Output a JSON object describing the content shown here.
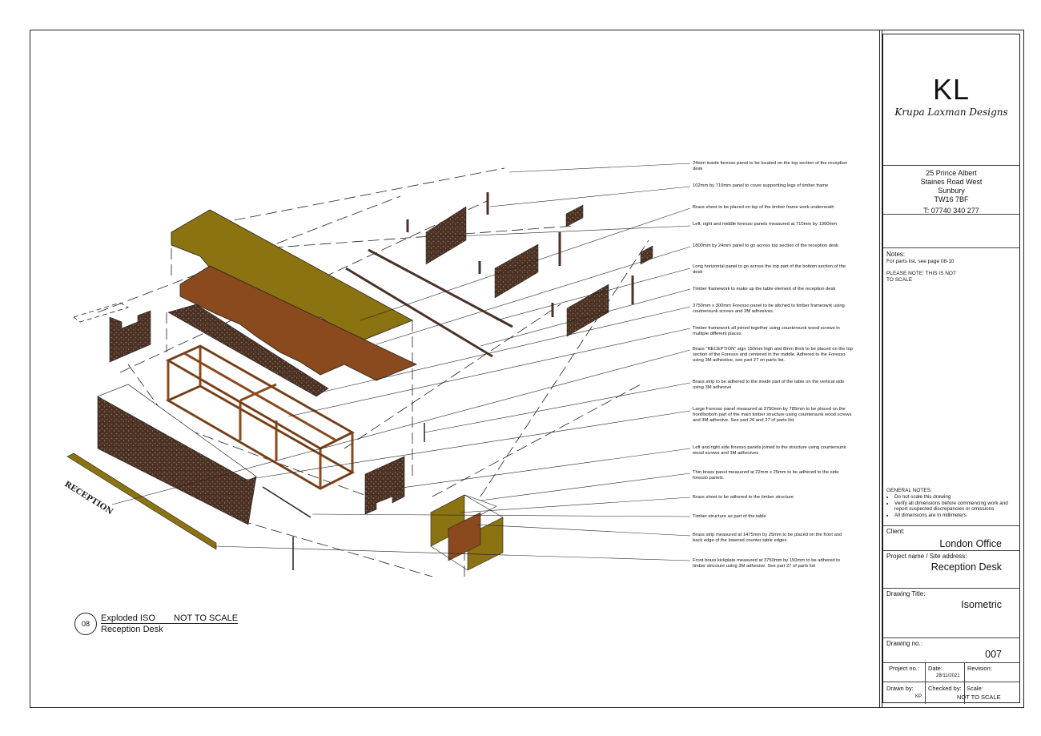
{
  "title_block": {
    "logo_initials": "KL",
    "logo_name": "Krupa Laxman Designs",
    "address": [
      "25 Prince Albert",
      "Staines Road West",
      "Sunbury",
      "TW16 7BF",
      "T: 07740 340 277"
    ],
    "notes_label": "Notes:",
    "notes_line1": "For parts list, see page 08-10",
    "notes_line2": "PLEASE NOTE: THIS IS NOT",
    "notes_line3": "TO SCALE",
    "general_notes_label": "GENERAL NOTES:",
    "general_notes": [
      "Do not scale this drawing",
      "Verify all dimensions before commencing work and report suspected discrepancies or omissions",
      "All dimensions are in millimeters"
    ],
    "client_label": "Client:",
    "client_value": "London Office",
    "project_label": "Project name / Site address:",
    "project_value": "Reception Desk",
    "drawing_title_label": "Drawing Title:",
    "drawing_title_value": "Isometric",
    "drawing_no_label": "Drawing no.:",
    "drawing_no_value": "007",
    "project_no_label": "Project no.:",
    "date_label": "Date:",
    "date_value": "28/11/2021",
    "revision_label": "Revision:",
    "drawn_by_label": "Drawn by:",
    "drawn_by_value": "KP",
    "checked_by_label": "Checked by:",
    "scale_label": "Scale:",
    "scale_value": "NOT TO SCALE"
  },
  "caption": {
    "number": "08",
    "title": "Exploded ISO",
    "scale_note": "NOT TO SCALE",
    "subtitle": "Reception Desk"
  },
  "sign_text": "RECEPTION",
  "annotations": [
    "24mm inside foresso panel to be located on the top section of the reception desk",
    "102mm by 710mm panel to cover supportting legs of timber frame",
    "Brass sheet to be placed on top of the timber frame work underneath",
    "Left, right and middle foresso panels measured at 710mm by 1000mm",
    "1800mm by 24mm panel to go across top section of the reception desk",
    "Long horizontal panel to go across the top part of the bottom section of the desk",
    "Timber framework to make up the table element of the reception desk",
    "3750mm x 300mm Foresso panel to be attched to timber frameowrk using coutnersunk screws and 3M adhesives.",
    "Timber framework all joined together using countersunk wood screws in multiple different places",
    "Brass \"RECEPTION\" sign 150mm high and 8mm thick to be placed on the top section of the Foresso and centered in the middle. Adhered to the Foresso using 3M adhestive, see part 27 on parts list.",
    "Brass strip to be adhered to the inside part of the table on the vertical side using 3M adhesive",
    "Large Foresso panel measured at 3750mm by 785mm to be placed on the front/bottom part of the main timber structure using countersunk wood screws and 3M adhesive. See part 26 and 27 of parts list",
    "Left and right side foresso panels joined to the structure using countersunk wood screws and 3M adhesives",
    "Thin brass panel measured at 22mm x 25mm to be adhered to the side foresso panels.",
    "Brass sheet to be adhered to the timber structure",
    "Timber structure as part of the table",
    "Brass strip measured at 1475mm by 25mm to be placed on the front and back edge of the lowered counter table edges.",
    "Front brass kickplate measured at 3750mm by 150mm to be adhered to timber structure using 3M adhesive. See part 27 of parts list"
  ],
  "colors": {
    "brass": "#8a7310",
    "timber": "#8a4a1e",
    "foresso": "#4a3326",
    "line": "#222222"
  }
}
